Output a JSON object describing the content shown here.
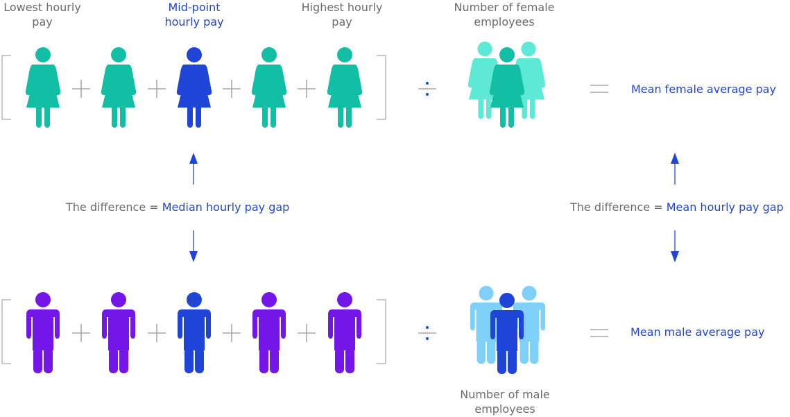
{
  "headers": {
    "lowest": "Lowest hourly\npay",
    "mid": "Mid-point\nhourly pay",
    "highest": "Highest hourly\npay",
    "female_count": "Number of female\nemployees",
    "male_count": "Number of male\nemployees"
  },
  "results": {
    "female": "Mean female average pay",
    "male": "Mean male average pay"
  },
  "median_gap": {
    "prefix": "The difference = ",
    "term": "Median hourly pay gap"
  },
  "mean_gap": {
    "prefix": "The difference = ",
    "term": "Mean hourly pay gap"
  },
  "colors": {
    "female": "#12bfa4",
    "female_light": "#5ee8d6",
    "male": "#7416e8",
    "male_light": "#7fd0f8",
    "highlight": "#1f45d8",
    "text": "#6b6b6b",
    "operator": "#a8a8a8"
  },
  "icons": {
    "female_person": "female-person-icon",
    "male_person": "male-person-icon",
    "female_group": "female-group-icon",
    "male_group": "male-group-icon",
    "plus": "plus-icon",
    "divide": "divide-icon",
    "equals": "equals-icon",
    "arrow": "arrow-icon"
  }
}
